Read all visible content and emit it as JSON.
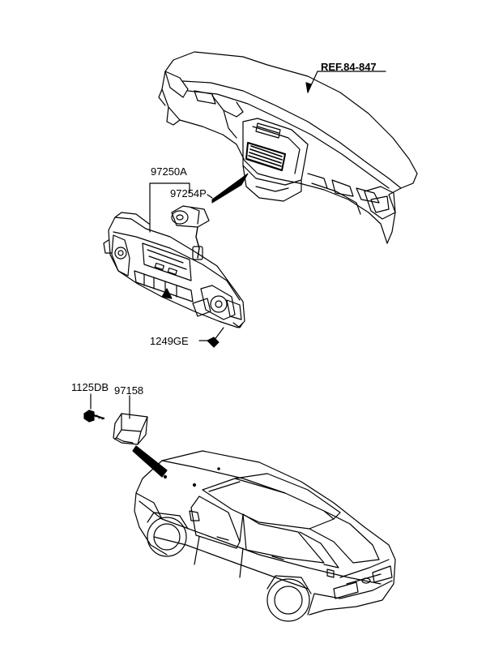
{
  "callouts": {
    "ref": "REF.84-847",
    "heater_control": "97250A",
    "switch": "97254P",
    "screw_control": "1249GE",
    "bolt": "1125DB",
    "sensor": "97158"
  }
}
